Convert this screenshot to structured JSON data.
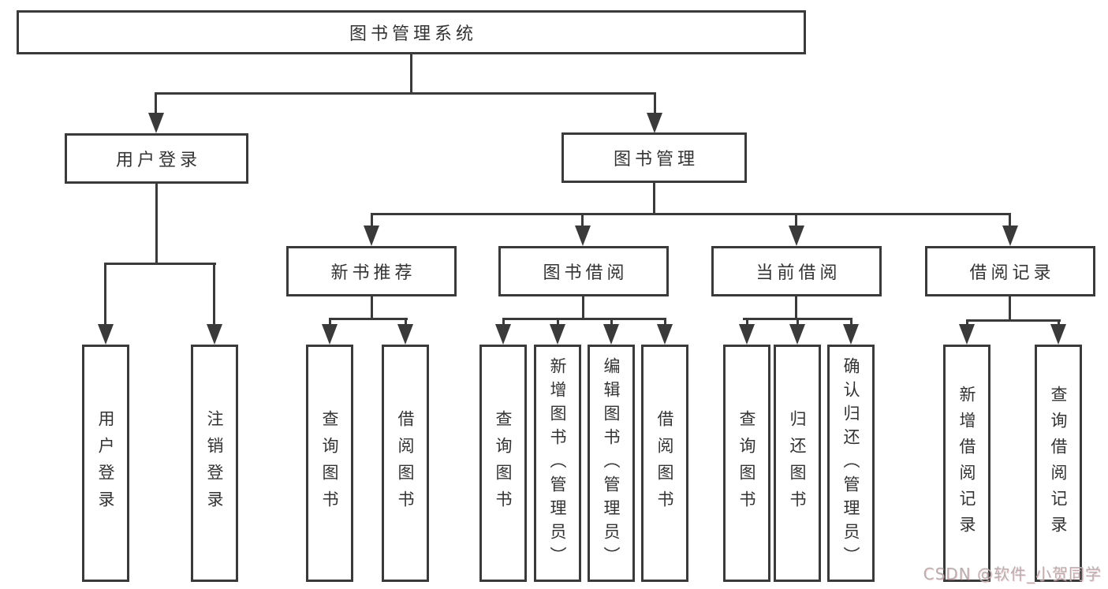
{
  "diagram": {
    "title": "图书管理系统",
    "level2": [
      {
        "label": "用户登录"
      },
      {
        "label": "图书管理"
      }
    ],
    "level3": [
      {
        "label": "新书推荐",
        "parent": "图书管理"
      },
      {
        "label": "图书借阅",
        "parent": "图书管理"
      },
      {
        "label": "当前借阅",
        "parent": "图书管理"
      },
      {
        "label": "借阅记录",
        "parent": "图书管理"
      }
    ],
    "leaves": [
      {
        "label": "用户登录",
        "parent": "用户登录"
      },
      {
        "label": "注销登录",
        "parent": "用户登录"
      },
      {
        "label": "查询图书",
        "parent": "新书推荐"
      },
      {
        "label": "借阅图书",
        "parent": "新书推荐"
      },
      {
        "label": "查询图书",
        "parent": "图书借阅"
      },
      {
        "label": "新增图书（管理员）",
        "parent": "图书借阅"
      },
      {
        "label": "编辑图书（管理员）",
        "parent": "图书借阅"
      },
      {
        "label": "借阅图书",
        "parent": "图书借阅"
      },
      {
        "label": "查询图书",
        "parent": "当前借阅"
      },
      {
        "label": "归还图书",
        "parent": "当前借阅"
      },
      {
        "label": "确认归还（管理员）",
        "parent": "当前借阅"
      },
      {
        "label": "新增借阅记录",
        "parent": "借阅记录"
      },
      {
        "label": "查询借阅记录",
        "parent": "借阅记录"
      }
    ]
  },
  "watermark": {
    "text": "CSDN @软件_小贺同学"
  },
  "colors": {
    "line": "#3a3a3a",
    "text": "#333333",
    "box_background": "#ffffff",
    "page_background": "#ffffff",
    "watermark": "#b6b0b0"
  }
}
